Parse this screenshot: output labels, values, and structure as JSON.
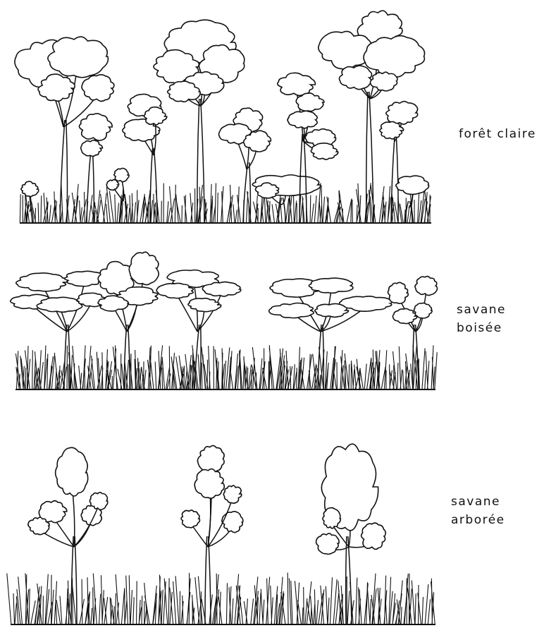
{
  "vegetation_types": [
    {
      "label": "forêt claire"
    },
    {
      "label_lines": [
        "savane",
        "boisée"
      ]
    },
    {
      "label_lines": [
        "savane",
        "arborée"
      ]
    }
  ],
  "colors": {
    "ink": "#111111",
    "background": "#ffffff"
  }
}
